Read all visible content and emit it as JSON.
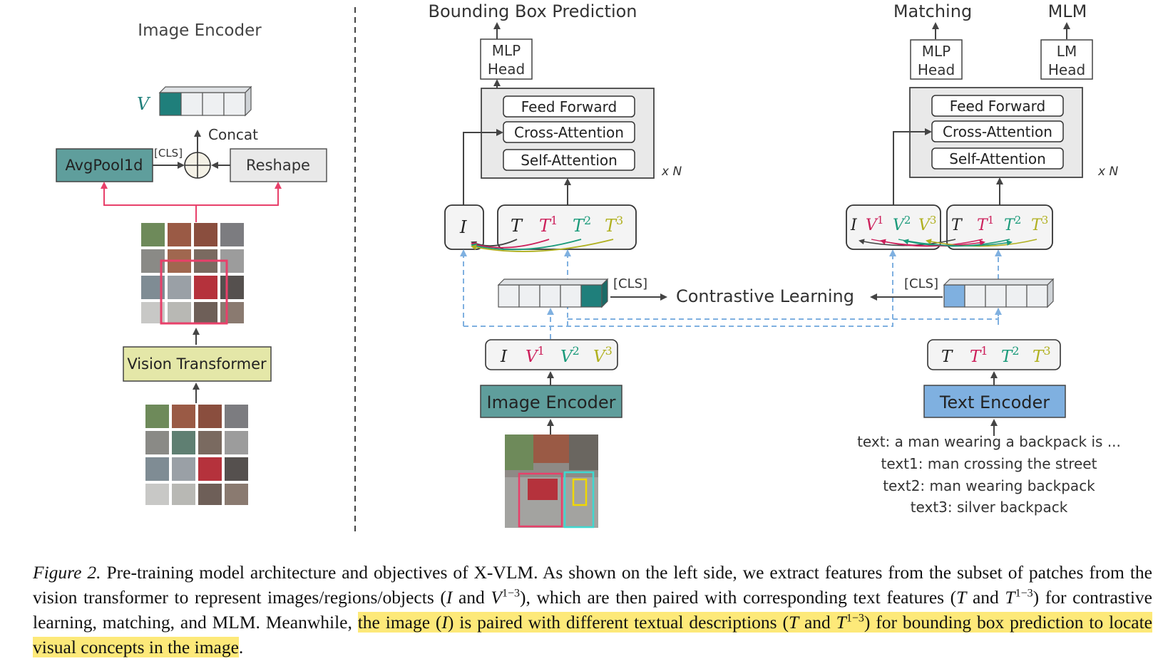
{
  "figure": {
    "left": {
      "title": "Image Encoder",
      "v_label": "V",
      "concat_label": "Concat",
      "cls_label": "[CLS]",
      "avgpool_label": "AvgPool1d",
      "reshape_label": "Reshape",
      "vit_label": "Vision Transformer"
    },
    "middle": {
      "bbox_pred_label": "Bounding Box Prediction",
      "mlp_head_line1": "MLP",
      "mlp_head_line2": "Head",
      "feed_forward": "Feed Forward",
      "cross_attention": "Cross-Attention",
      "self_attention": "Self-Attention",
      "times_n": "x N",
      "input_i": "I",
      "input_t": "T",
      "input_t1": "T",
      "input_t2": "T",
      "input_t3": "T",
      "sup1": "1",
      "sup2": "2",
      "sup3": "3",
      "cls_label": "[CLS]",
      "contrastive_label": "Contrastive Learning",
      "img_tokens": {
        "i": "I",
        "v1": "V",
        "v2": "V",
        "v3": "V"
      },
      "image_encoder_label": "Image Encoder"
    },
    "right": {
      "matching_label": "Matching",
      "mlm_label": "MLM",
      "mlp_head_line1": "MLP",
      "mlp_head_line2": "Head",
      "lm_head_line1": "LM",
      "lm_head_line2": "Head",
      "feed_forward": "Feed Forward",
      "cross_attention": "Cross-Attention",
      "self_attention": "Self-Attention",
      "times_n": "x N",
      "cls_label": "[CLS]",
      "text_encoder_label": "Text Encoder",
      "texts": [
        "text: a man wearing a backpack is ...",
        "text1: man crossing the street",
        "text2: man wearing backpack",
        "text3: silver backpack"
      ]
    },
    "colors": {
      "teal": "#5f9e9c",
      "teal_dark": "#1f7f7b",
      "blue": "#7fb0e0",
      "yellow_green": "#e4e7a8",
      "pink": "#e8406a",
      "crimson": "#cc1f5a",
      "green": "#1a9a7a",
      "olive": "#b0b020",
      "gray_box": "#e9e9e9",
      "highlight": "#fde979"
    }
  },
  "caption": {
    "label": "Figure 2.",
    "part1": " Pre-training model architecture and objectives of X-VLM. As shown on the left side, we extract features from the subset of patches from the vision transformer to represent images/regions/objects (",
    "I": "I",
    "and1": " and ",
    "V": "V",
    "range": "1−3",
    "part2": "), which are then paired with corresponding text features (",
    "T": "T",
    "and2": " and ",
    "T2": "T",
    "part3": ") for contrastive learning, matching, and MLM. Meanwhile, ",
    "hl1": "the image (",
    "hlI": "I",
    "hl2": ") is paired with different textual descriptions (",
    "hlT": "T",
    "hl3": " and ",
    "hlT2": "T",
    "hl4": ") for bounding box prediction to locate visual concepts in the image",
    "end": "."
  }
}
